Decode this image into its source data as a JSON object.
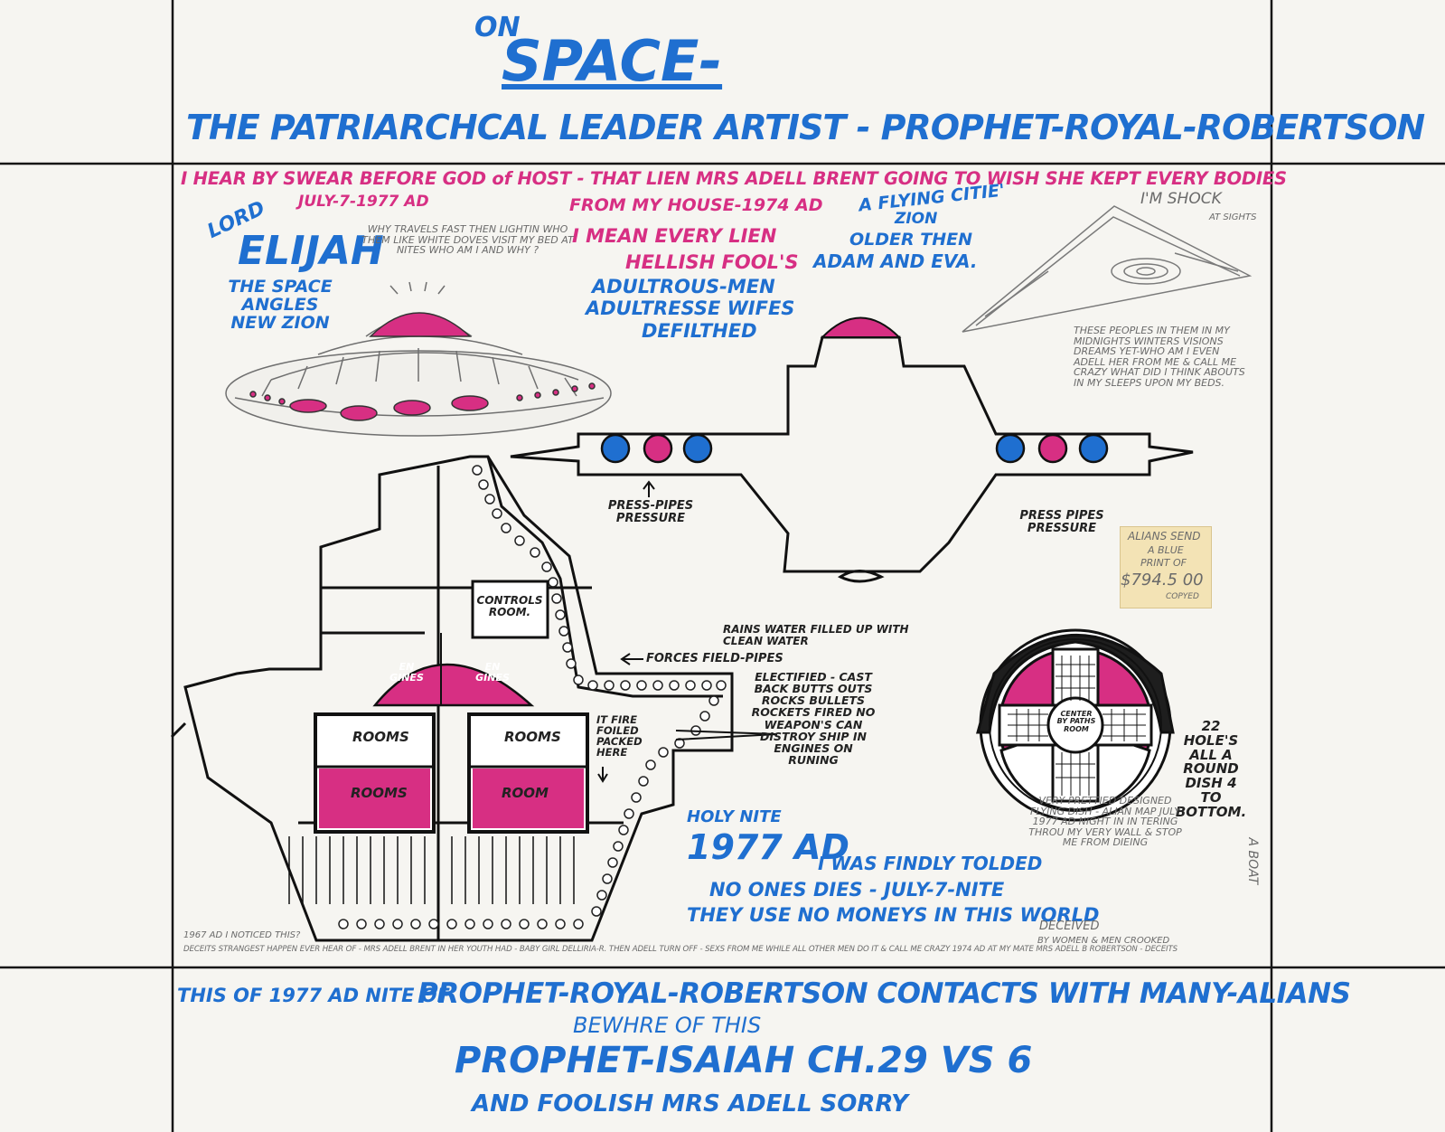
{
  "colors": {
    "board": "#f6f5f1",
    "blue_marker": "#1f6fd0",
    "pink_marker": "#d72f83",
    "ink": "#222222",
    "pencil": "#6a6a6a",
    "note": "#f3e3b5"
  },
  "header": {
    "on": "ON",
    "space": "SPACE-",
    "title": "THE PATRIARCHCAL LEADER ARTIST - PROPHET-ROYAL-ROBERTSON"
  },
  "oath": {
    "line": "I HEAR BY SWEAR BEFORE GOD of HOST - THAT LIEN MRS ADELL BRENT GOING TO WISH SHE KEPT EVERY BODIES",
    "date": "JULY-7-1977 AD",
    "line2": "FROM MY HOUSE-1974 AD",
    "line3": "I MEAN EVERY LIEN",
    "line4": "HELLISH FOOL'S",
    "line5": "ADULTROUS-MEN",
    "line6": "ADULTRESSE WIFES",
    "line7": "DEFILTHED"
  },
  "elijah": {
    "lord": "LORD",
    "name": "ELIJAH",
    "rest": "THE SPACE ANGLES NEW ZION"
  },
  "pencil_note_1": "WHY TRAVELS FAST THEN LIGHTIN WHO THEM LIKE WHITE DOVES VISIT MY BED AT NITES WHO AM I AND WHY ?",
  "flying_city": {
    "line1": "A FLYING CITIE'",
    "line2": "ZION",
    "line3": "OLDER THEN",
    "line4": "ADAM AND EVA."
  },
  "shock": {
    "im": "I'M SHOCK",
    "at": "AT SIGHTS"
  },
  "pencil_note_2": "THESE PEOPLES IN THEM IN MY MIDNIGHTS WINTERS VISIONS DREAMS YET-WHO AM I EVEN ADELL HER FROM ME & CALL ME CRAZY WHAT DID I THINK ABOUTS IN MY SLEEPS UPON MY BEDS.",
  "labels": {
    "press_left": "PRESS-PIPES PRESSURE",
    "press_right": "PRESS PIPES PRESSURE",
    "controls_room": "CONTROLS ROOM.",
    "engines_left": "EN GINES",
    "engines_right": "EN GINES",
    "rooms_1": "ROOMS",
    "rooms_2": "ROOMS",
    "rooms_3": "ROOMS",
    "room_4": "ROOM",
    "forces_field": "FORCES FIELD-PIPES",
    "rains_water": "RAINS WATER FILLED UP WITH CLEAN WATER",
    "fire": "IT FIRE FOILED PACKED HERE",
    "electified": "ELECTIFIED - CAST BACK BUTTS OUTS ROCKS BULLETS ROCKETS FIRED NO WEAPON'S CAN DISTROY SHIP IN ENGINES ON RUNING",
    "center": "CENTER BY PATHS ROOM",
    "holes": "22 HOLE'S ALL A ROUND DISH 4 TO BOTTOM.",
    "boat": "A BOAT"
  },
  "note_card": {
    "line1": "ALIANS SEND",
    "line2": "A BLUE",
    "line3": "PRINT OF",
    "line4": "$794.5 00",
    "line5": "COPYED"
  },
  "holy_nite": {
    "line1": "HOLY NITE",
    "year": "1977 AD",
    "line2": "I WAS FINDLY TOLDED",
    "line3": "NO ONES DIES - JULY-7-NITE",
    "line4": "THEY USE NO MONEYS IN THIS WORLD"
  },
  "dish_note": "VERY PRETTIED DESIGNED FLYING DISH - ALIAN MAP JULY 1977 AD NIGHT IN IN TERING THROU MY VERY WALL & STOP ME FROM DIEING",
  "deceived": {
    "line1": "DECEIVED",
    "line2": "BY WOMEN & MEN CROOKED"
  },
  "bottom_note_1": "1967 AD I NOTICED THIS?",
  "bottom_note_2": "DECEITS STRANGEST HAPPEN EVER HEAR OF - MRS ADELL BRENT IN HER YOUTH HAD - BABY GIRL DELLIRIA-R. THEN ADELL TURN OFF - SEXS FROM ME WHILE ALL OTHER MEN DO IT & CALL ME CRAZY 1974 AD AT MY MATE MRS ADELL B ROBERTSON - DECEITS",
  "footer": {
    "line1_prefix": "THIS OF 1977 AD NITE OF",
    "line1_main": "PROPHET-ROYAL-ROBERTSON CONTACTS WITH MANY-ALIANS",
    "line2": "BEWHRE OF THIS",
    "line3": "PROPHET-ISAIAH CH.29 VS 6",
    "line4": "AND FOOLISH MRS ADELL SORRY"
  }
}
